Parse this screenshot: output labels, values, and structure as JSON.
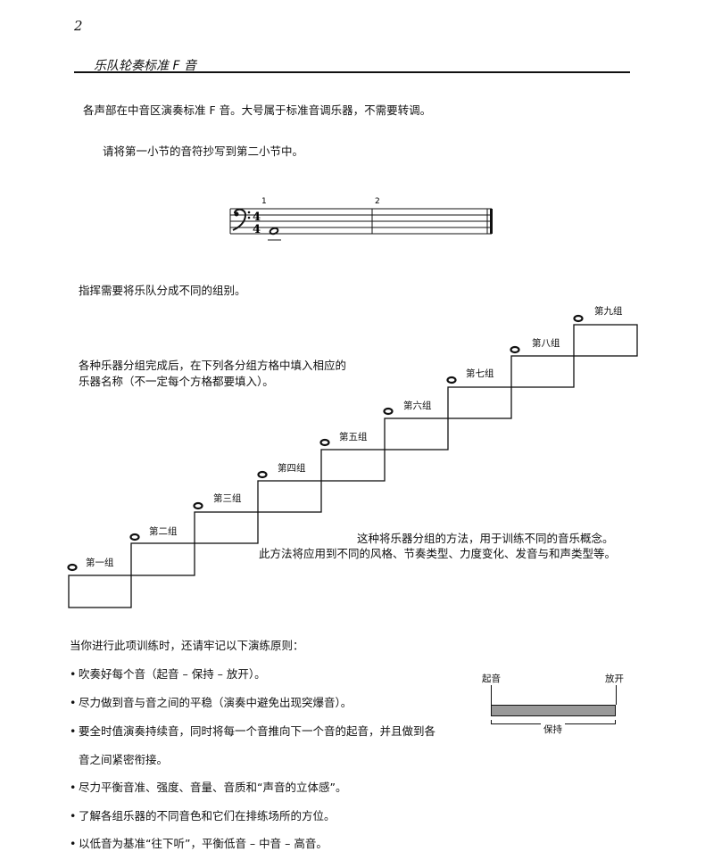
{
  "page_number": "2",
  "title": "乐队轮奏标准 F 音",
  "intro": "各声部在中音区演奏标准 F 音。大号属于标准音调乐器，不需要转调。",
  "instruction": "请将第一小节的音符抄写到第二小节中。",
  "staff": {
    "measure1": "1",
    "measure2": "2",
    "clef_icon": "bass-clef",
    "time_sig_top": "4",
    "time_sig_bottom": "4"
  },
  "grouping_intro": "指挥需要将乐队分成不同的组别。",
  "fill_instruction_1": "各种乐器分组完成后，在下列各分组方格中填入相应的",
  "fill_instruction_2": "乐器名称（不一定每个方格都要填入）。",
  "groups": [
    "第一组",
    "第二组",
    "第三组",
    "第四组",
    "第五组",
    "第六组",
    "第七组",
    "第八组",
    "第九组"
  ],
  "method_note_1": "这种将乐器分组的方法，用于训练不同的音乐概念。",
  "method_note_2": "此方法将应用到不同的风格、节奏类型、力度变化、发音与和声类型等。",
  "principles_intro": "当你进行此项训练时，还请牢记以下演练原则：",
  "principles": [
    "吹奏好每个音（起音 – 保持 – 放开）。",
    "尽力做到音与音之间的平稳（演奏中避免出现突爆音）。",
    "要全时值演奏持续音，同时将每一个音推向下一个音的起音，并且做到各",
    "尽力平衡音准、强度、音量、音质和“声音的立体感”。",
    "了解各组乐器的不同音色和它们在排练场所的方位。",
    "以低音为基准“往下听”，平衡低音 – 中音 – 高音。"
  ],
  "principle_3_cont": "音之间紧密衔接。",
  "bullet_symbol": "•",
  "note_glyph": "o",
  "envelope": {
    "attack": "起音",
    "release": "放开",
    "sustain": "保持",
    "bar_color": "#999999"
  }
}
